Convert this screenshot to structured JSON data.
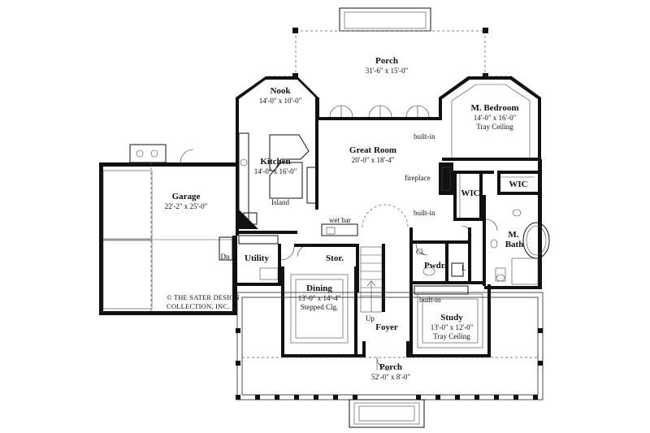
{
  "rooms": {
    "porch_rear": {
      "name": "Porch",
      "dims": "31'-6\" x 15'-0\""
    },
    "nook": {
      "name": "Nook",
      "dims": "14'-0\" x 10'-0\""
    },
    "master_bedroom": {
      "name": "M. Bedroom",
      "dims": "14'-0\" x 16'-0\"",
      "note": "Tray Ceiling"
    },
    "kitchen": {
      "name": "Kitchen",
      "dims": "14'-0\" x 16'-0\""
    },
    "great_room": {
      "name": "Great Room",
      "dims": "20'-0\" x 18'-4\""
    },
    "garage": {
      "name": "Garage",
      "dims": "22'-2\" x 25'-0\""
    },
    "utility": {
      "name": "Utility"
    },
    "storage": {
      "name": "Stor."
    },
    "dining": {
      "name": "Dining",
      "dims": "13'-0\" x 14'-4\"",
      "note": "Stepped Clg."
    },
    "foyer": {
      "name": "Foyer"
    },
    "study": {
      "name": "Study",
      "dims": "13'-0\" x 12'-0\"",
      "note": "Tray Ceiling"
    },
    "porch_front": {
      "name": "Porch",
      "dims": "52'-0\" x 8'-0\""
    },
    "wic_1": {
      "name": "WIC"
    },
    "wic_2": {
      "name": "WIC"
    },
    "master_bath": {
      "name": "M.",
      "name2": "Bath"
    },
    "powder": {
      "name": "Pwdr."
    }
  },
  "labels": {
    "built_in_upper": "built-in",
    "fireplace": "fireplace",
    "built_in_lower": "built-in",
    "built_in_study": "built-in",
    "island": "Island",
    "wet_bar": "wet bar",
    "closet": "Cl.",
    "linen": "L",
    "down": "Dn",
    "up": "Up"
  },
  "credit": {
    "line1": "© THE SATER DESIGN",
    "line2": "COLLECTION, INC."
  }
}
